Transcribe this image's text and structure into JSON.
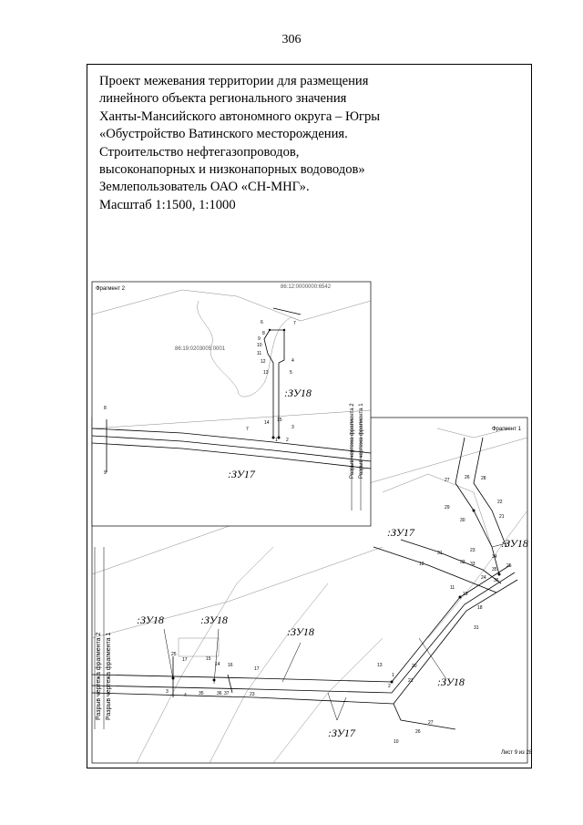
{
  "page_number": "306",
  "title_lines": [
    "Проект межевания территории для размещения",
    "линейного объекта регионального значения",
    "Ханты-Мансийского автономного округа – Югры",
    "«Обустройство Ватинского месторождения.",
    "Строительство нефтегазопроводов,",
    "высоконапорных и низконапорных водоводов»",
    "Землепользователь ОАО «СН-МНГ».",
    "Масштаб 1:1500, 1:1000"
  ],
  "map": {
    "fragment2_title": "Фрагмент 2",
    "fragment1_title": "Фрагмент 1",
    "cadastre_1": "86:12:0000000:6542",
    "cadastre_2": "86:19:0203005:0001",
    "break_f2_a": "Разрыв чертежа фрагмента 2",
    "break_f1_a": "Разрыв чертежа фрагмента 1",
    "break_f2_b": "Разрыв чертежа фрагмента 2",
    "break_f1_b": "Разрыв чертежа фрагмента 1",
    "sheet": "Лист 9 из 28",
    "zones": [
      ":ЗУ18",
      ":ЗУ17",
      ":ЗУ17",
      ":ЗУ18",
      ":ЗУ18",
      ":ЗУ18",
      ":ЗУ18",
      ":ЗУ18",
      ":ЗУ17"
    ],
    "points_f2": [
      "6",
      "7",
      "8",
      "9",
      "10",
      "11",
      "12",
      "13",
      "5",
      "4",
      "3",
      "14",
      "15",
      "7",
      "8",
      "9",
      "1",
      "2"
    ],
    "points_f1": [
      "27",
      "28",
      "29",
      "26",
      "22",
      "21",
      "30",
      "31",
      "32",
      "33",
      "34",
      "35",
      "36",
      "25",
      "24",
      "23",
      "12",
      "11",
      "19",
      "18",
      "31",
      "13",
      "1",
      "2",
      "20",
      "17",
      "16",
      "15",
      "14",
      "17",
      "3",
      "35",
      "36",
      "37",
      "25",
      "23",
      "27",
      "26",
      "10",
      "21",
      "4"
    ]
  }
}
